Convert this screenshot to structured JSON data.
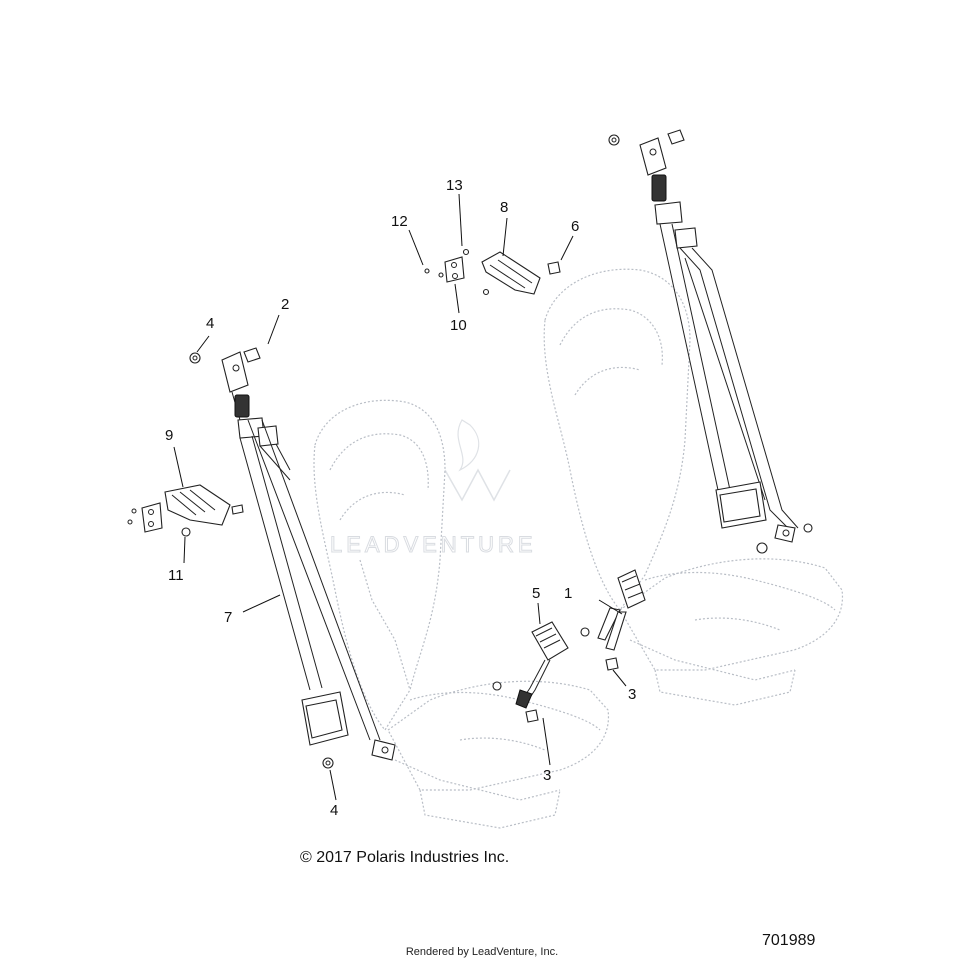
{
  "callouts": {
    "c1": "1",
    "c2": "2",
    "c3a": "3",
    "c3b": "3",
    "c4a": "4",
    "c4b": "4",
    "c5": "5",
    "c6": "6",
    "c7": "7",
    "c8": "8",
    "c9": "9",
    "c10": "10",
    "c11": "11",
    "c12": "12",
    "c13": "13"
  },
  "watermark": "LEADVENTURE",
  "copyright": "© 2017 Polaris Industries Inc.",
  "rendered_by": "Rendered by LeadVenture, Inc.",
  "diagram_number": "701989"
}
